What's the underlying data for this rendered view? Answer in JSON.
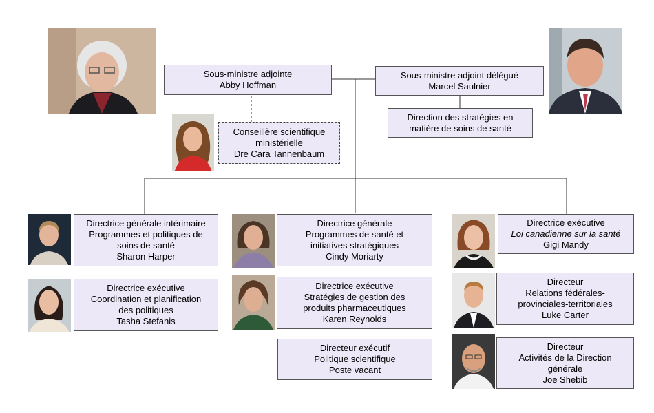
{
  "top_left": {
    "title": "Sous-ministre adjointe",
    "name": "Abby Hoffman"
  },
  "top_right": {
    "title": "Sous-ministre adjoint délégué",
    "name": "Marcel Saulnier"
  },
  "strategies": {
    "line1": "Direction des stratégies en",
    "line2": "matière de soins de santé"
  },
  "science_advisor": {
    "line1": "Conseillère scientifique",
    "line2": "ministérielle",
    "name": "Dre Cara Tannenbaum"
  },
  "col1": [
    {
      "line1": "Directrice générale intérimaire",
      "line2": "Programmes et politiques de",
      "line3": "soins de santé",
      "name": "Sharon Harper"
    },
    {
      "line1": "Directrice exécutive",
      "line2": "Coordination et planification",
      "line3": "des politiques",
      "name": "Tasha Stefanis"
    }
  ],
  "col2": [
    {
      "line1": "Directrice générale",
      "line2": "Programmes de santé et",
      "line3": "initiatives stratégiques",
      "name": "Cindy Moriarty"
    },
    {
      "line1": "Directrice exécutive",
      "line2": "Stratégies de gestion des",
      "line3": "produits pharmaceutiques",
      "name": "Karen Reynolds"
    },
    {
      "line1": "Directeur exécutif",
      "line2": "Politique scientifique",
      "name": "Poste vacant"
    }
  ],
  "col3": [
    {
      "line1": "Directrice exécutive",
      "line2": "Loi canadienne sur la santé",
      "name": "Gigi Mandy"
    },
    {
      "line1": "Directeur",
      "line2": "Relations fédérales-",
      "line3": "provinciales-territoriales",
      "name": "Luke Carter"
    },
    {
      "line1": "Directeur",
      "line2": "Activités de la Direction",
      "line3": "générale",
      "name": "Joe Shebib"
    }
  ],
  "colors": {
    "box_fill": "#ece8f7",
    "box_border": "#555555",
    "connector": "#333333"
  }
}
